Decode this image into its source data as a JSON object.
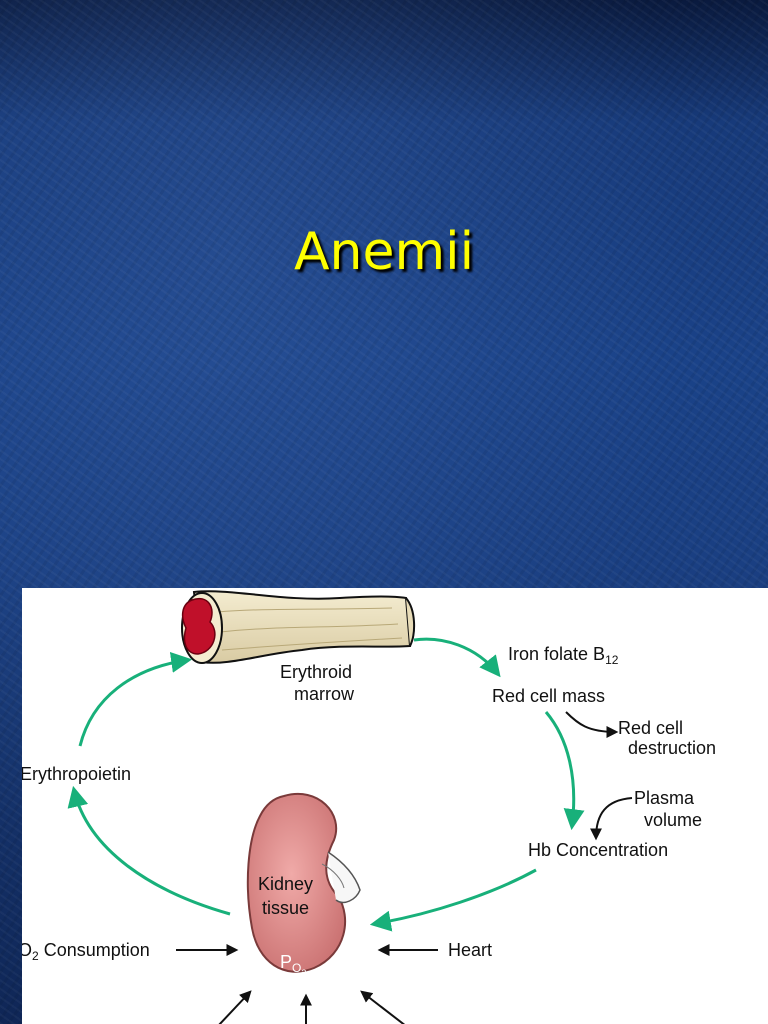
{
  "slide": {
    "title": "Anemii",
    "title_color": "#ffff00",
    "background_color": "#1a4288"
  },
  "diagram": {
    "arrow_color": "#18b07a",
    "kidney_color": "#e08f8f",
    "marrow_color": "#c0102a",
    "labels": {
      "erythroid": "Erythroid",
      "marrow": "marrow",
      "iron_folate": "Iron folate B",
      "iron_folate_sub": "12",
      "red_cell_mass": "Red cell mass",
      "red_cell": "Red cell",
      "destruction": "destruction",
      "plasma": "Plasma",
      "volume": "volume",
      "hb_concentration": "Hb Concentration",
      "erythropoietin": "Erythropoietin",
      "kidney": "Kidney",
      "tissue": "tissue",
      "o2_prefix": "O",
      "o2_sub": "2",
      "consumption": " Consumption",
      "heart": "Heart",
      "po2": "P",
      "po2_sub": "O",
      "po2_sub2": "2"
    }
  }
}
